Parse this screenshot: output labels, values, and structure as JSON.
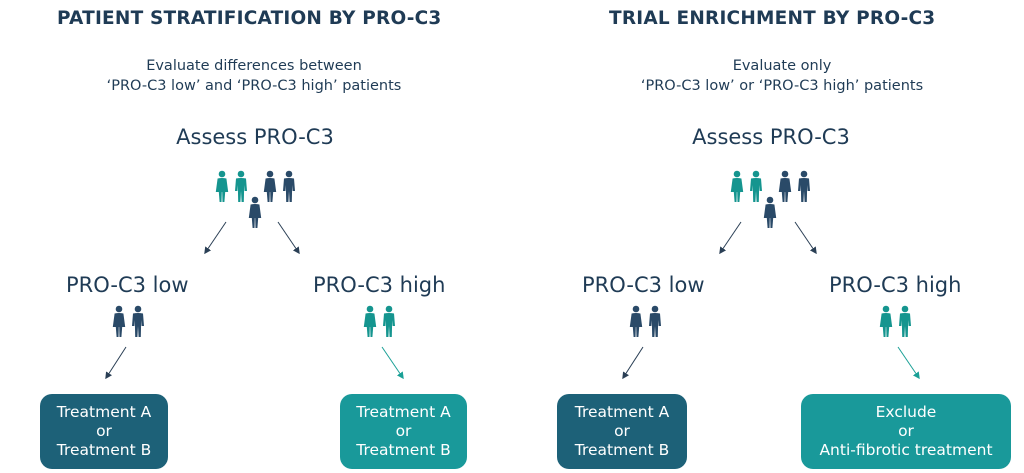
{
  "colors": {
    "navy": "#1f3b55",
    "teal": "#15958f",
    "box_dark": "#1d6178",
    "box_teal": "#19999a",
    "arrow_dark": "#2a3f55",
    "arrow_teal": "#1aa096"
  },
  "left": {
    "title": "PATIENT STRATIFICATION BY PRO-C3",
    "subtitle": [
      "Evaluate differences between",
      "‘PRO-C3 low’ and ‘PRO-C3 high’ patients"
    ],
    "assess": "Assess PRO-C3",
    "low_label": "PRO-C3 low",
    "high_label": "PRO-C3 high",
    "low_box": [
      "Treatment A",
      "or",
      "Treatment B"
    ],
    "high_box": [
      "Treatment A",
      "or",
      "Treatment B"
    ]
  },
  "right": {
    "title": "TRIAL ENRICHMENT BY PRO-C3",
    "subtitle": [
      "Evaluate only",
      "‘PRO-C3 low’ or ‘PRO-C3 high’ patients"
    ],
    "assess": "Assess PRO-C3",
    "low_label": "PRO-C3 low",
    "high_label": "PRO-C3 high",
    "low_box": [
      "Treatment A",
      "or",
      "Treatment B"
    ],
    "high_box": [
      "Exclude",
      "or",
      "Anti-fibrotic treatment"
    ]
  },
  "icons": {
    "person": "person-icon",
    "arrow": "arrow-icon"
  }
}
